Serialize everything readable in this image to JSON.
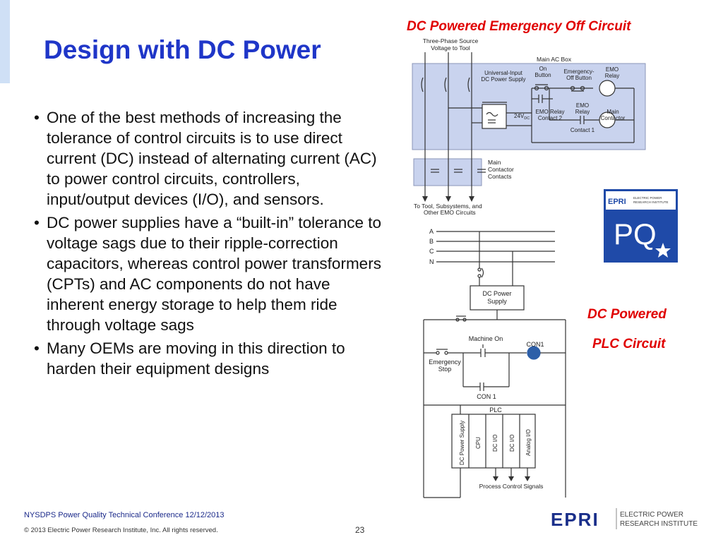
{
  "slide": {
    "title": "Design with DC Power",
    "bullets": [
      "One of the best methods of increasing the tolerance of control circuits is to use direct current (DC) instead of alternating current (AC) to power control circuits, controllers, input/output devices (I/O), and sensors.",
      "DC power supplies have a “built-in” tolerance to voltage sags due to their ripple-correction capacitors, whereas control power transformers (CPTs) and AC components do not have inherent energy storage to help them ride through voltage sags",
      "Many OEMs are moving in this direction to harden their equipment designs"
    ],
    "bullet_char": "•"
  },
  "emo_circuit": {
    "heading": "DC Powered Emergency Off Circuit",
    "source_label_1": "Three-Phase Source",
    "source_label_2": "Voltage to Tool",
    "main_ac_box": "Main AC Box",
    "on_button_1": "On",
    "on_button_2": "Button",
    "emergency_off_1": "Emergency-",
    "emergency_off_2": "Off Button",
    "emo_relay_1": "EMO",
    "emo_relay_2": "Relay",
    "dc_supply_1": "Universal-Input",
    "dc_supply_2": "DC Power Supply",
    "voltage_main": "24V",
    "voltage_sub": "DC",
    "relay_contact2_1": "EMO Relay",
    "relay_contact2_2": "Contact 2",
    "relay_contact1_1": "EMO",
    "relay_contact1_2": "Relay",
    "relay_contact1_3": "Contact 1",
    "main_contactor_1": "Main",
    "main_contactor_2": "Contactor",
    "contacts_1": "Main",
    "contacts_2": "Contactor",
    "contacts_3": "Contacts",
    "to_tool_1": "To Tool, Subsystems, and",
    "to_tool_2": "Other EMO Circuits"
  },
  "plc_circuit": {
    "heading_1": "DC Powered",
    "heading_2": "PLC Circuit",
    "phases": [
      "A",
      "B",
      "C",
      "N"
    ],
    "dc_power_1": "DC Power",
    "dc_power_2": "Supply",
    "machine_on": "Machine On",
    "con1_coil": "CON1",
    "emergency_1": "Emergency",
    "emergency_2": "Stop",
    "con1_contact": "CON 1",
    "plc_label": "PLC",
    "modules": [
      "DC Power Supply",
      "CPU",
      "DC I/O",
      "DC I/O",
      "Analog I/O"
    ],
    "signals": "Process Control Signals"
  },
  "pq_logo": {
    "small_text_1": "ELECTRIC POWER",
    "small_text_2": "RESEARCH INSTITUTE",
    "brand": "EPRI",
    "big": "PQ"
  },
  "footer": {
    "conference": "NYSDPS Power Quality Technical Conference  12/12/2013",
    "copyright": "© 2013 Electric Power Research Institute, Inc. All rights reserved.",
    "page": "23",
    "logo_brand": "EPRI",
    "logo_line1": "ELECTRIC POWER",
    "logo_line2": "RESEARCH INSTITUTE"
  },
  "colors": {
    "title": "#1f36c8",
    "accent_red": "#e00000",
    "diagram_blue_fill": "#c9d3ee",
    "pq_blue": "#1f4aa8"
  }
}
